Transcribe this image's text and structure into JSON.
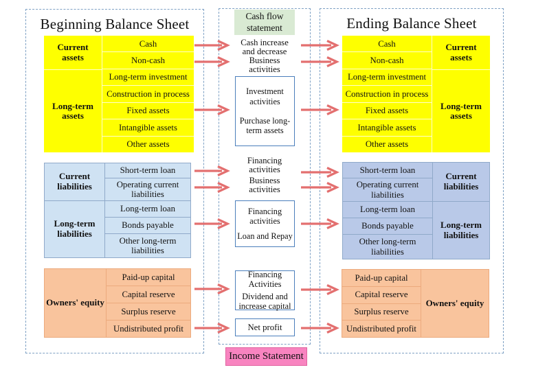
{
  "colors": {
    "asset_fill": "#feff00",
    "asset_divider": "#ffffcf",
    "liability_fill_left": "#cfe2f3",
    "liability_fill_right": "#b9c9e8",
    "liability_border": "#8fa9c9",
    "equity_fill": "#f9c49d",
    "equity_border": "#ecaa7d",
    "cashflow_header_fill": "#d9ead3",
    "income_fill": "#f884c0",
    "income_border": "#e0649f",
    "arrow": "#e36f6f",
    "flow_box_border": "#4a7ebb",
    "dash_border": "#7da0c4",
    "text": "#111111"
  },
  "left_panel": {
    "title": "Beginning Balance Sheet"
  },
  "right_panel": {
    "title": "Ending Balance Sheet"
  },
  "assets": {
    "group1_label": "Current assets",
    "group2_label": "Long-term assets",
    "items": [
      "Cash",
      "Non-cash",
      "Long-term investment",
      "Construction in process",
      "Fixed assets",
      "Intangible assets",
      "Other assets"
    ]
  },
  "liabilities": {
    "group1_label": "Current liabilities",
    "group2_label": "Long-term liabilities",
    "items": [
      "Short-term loan",
      "Operating current liabilities",
      "Long-term loan",
      "Bonds payable",
      "Other long-term liabilities"
    ]
  },
  "equity": {
    "label": "Owners' equity",
    "items": [
      "Paid-up capital",
      "Capital reserve",
      "Surplus reserve",
      "Undistributed profit"
    ]
  },
  "cashflow": {
    "header": "Cash flow statement",
    "flow_cash": "Cash increase and decrease",
    "flow_business_top": "Business activities",
    "box_investment": {
      "line1": "Investment activities",
      "line2": "Purchase long-term assets"
    },
    "flow_financing": "Financing activities",
    "flow_business_mid": "Business activities",
    "box_loan": {
      "line1": "Financing activities",
      "line2": "Loan and Repay"
    },
    "box_dividend": {
      "line1": "Financing Activities",
      "line2": "Dividend and increase capital"
    },
    "box_net_profit": "Net profit",
    "footer": "Income Statement"
  }
}
